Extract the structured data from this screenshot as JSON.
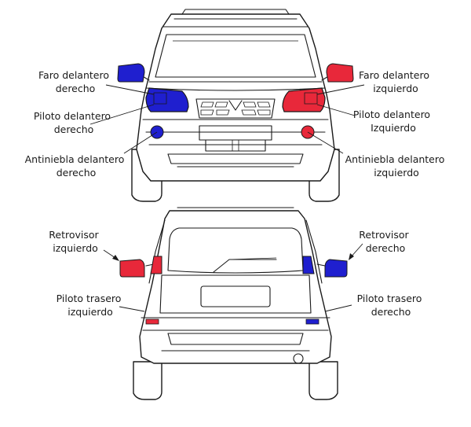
{
  "colors": {
    "right_side": "#1f1fcf",
    "left_side": "#e8283a",
    "outline": "#1a1a1a"
  },
  "front_view": {
    "labels": {
      "faro_derecho": [
        "Faro delantero",
        "derecho"
      ],
      "faro_izquierdo": [
        "Faro delantero",
        "izquierdo"
      ],
      "piloto_derecho": [
        "Piloto delantero",
        "derecho"
      ],
      "piloto_izquierdo": [
        "Piloto delantero",
        "Izquierdo"
      ],
      "antiniebla_derecho": [
        "Antiniebla delantero",
        "derecho"
      ],
      "antiniebla_izquierdo": [
        "Antiniebla delantero",
        "izquierdo"
      ]
    }
  },
  "rear_view": {
    "labels": {
      "retrovisor_izquierdo": [
        "Retrovisor",
        "izquierdo"
      ],
      "retrovisor_derecho": [
        "Retrovisor",
        "derecho"
      ],
      "piloto_trasero_izquierdo": [
        "Piloto trasero",
        "izquierdo"
      ],
      "piloto_trasero_derecho": [
        "Piloto trasero",
        "derecho"
      ]
    }
  }
}
